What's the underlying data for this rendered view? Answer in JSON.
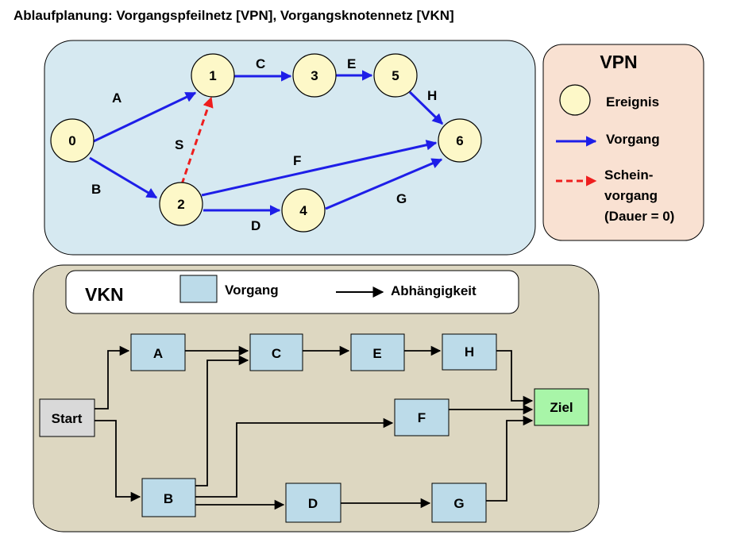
{
  "title": "Ablaufplanung: Vorgangspfeilnetz [VPN], Vorgangsknotennetz [VKN]",
  "colors": {
    "vpn_panel_bg": "#d6e9f1",
    "legend_panel_bg": "#f9e1d2",
    "vkn_panel_bg": "#ddd7c1",
    "event_fill": "#fdf8c8",
    "activity_arrow": "#1e1ee8",
    "dummy_arrow": "#ee1e1e",
    "activity_box": "#bcdbe9",
    "start_box": "#d9d9d9",
    "ziel_box": "#a8f5a8"
  },
  "vpn": {
    "events": [
      "0",
      "1",
      "2",
      "3",
      "4",
      "5",
      "6"
    ],
    "activities": {
      "A": "A",
      "B": "B",
      "C": "C",
      "D": "D",
      "E": "E",
      "F": "F",
      "G": "G",
      "H": "H",
      "S": "S"
    }
  },
  "vpn_legend": {
    "title": "VPN",
    "event": "Ereignis",
    "activity": "Vorgang",
    "dummy_line1": "Schein-",
    "dummy_line2": "vorgang",
    "dummy_line3": "(Dauer = 0)"
  },
  "vkn_legend": {
    "title": "VKN",
    "activity": "Vorgang",
    "dependency": "Abhängigkeit"
  },
  "vkn": {
    "start": "Start",
    "ziel": "Ziel",
    "nodes": {
      "A": "A",
      "B": "B",
      "C": "C",
      "D": "D",
      "E": "E",
      "F": "F",
      "G": "G",
      "H": "H"
    }
  }
}
